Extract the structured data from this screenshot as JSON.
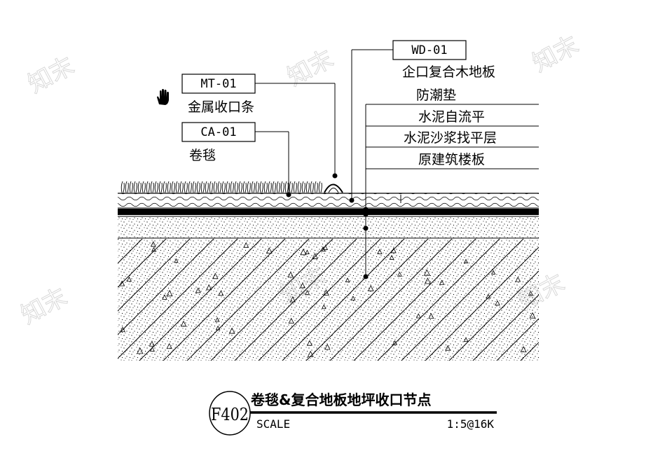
{
  "watermark": "知末",
  "callouts": {
    "mt01": {
      "code": "MT-01",
      "label": "金属收口条"
    },
    "ca01": {
      "code": "CA-01",
      "label": "卷毯"
    },
    "wd01": {
      "code": "WD-01",
      "label": "企口复合木地板"
    }
  },
  "layers": [
    "防潮垫",
    "水泥自流平",
    "水泥沙浆找平层",
    "原建筑楼板"
  ],
  "title_block": {
    "code": "F402",
    "title": "卷毯&复合地板地坪收口节点",
    "scale_label": "SCALE",
    "scale_value": "1:5@16K"
  }
}
